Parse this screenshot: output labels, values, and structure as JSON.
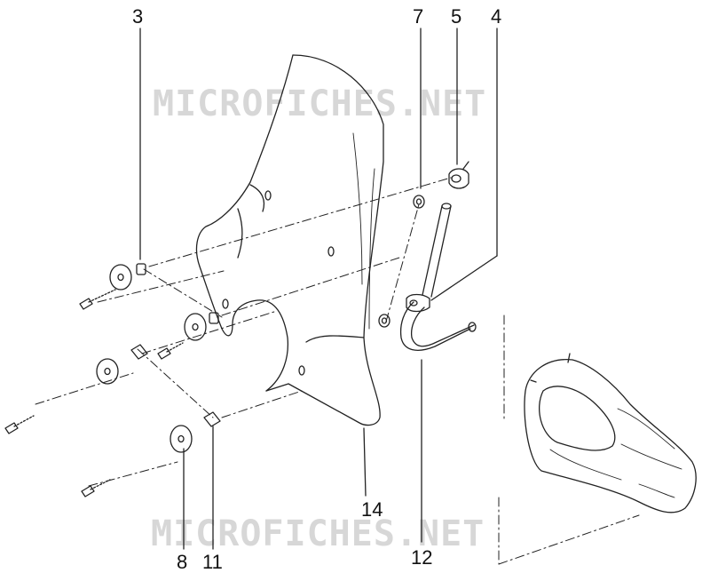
{
  "watermarks": [
    "MICROFICHES.NET",
    "MICROFICHES.NET"
  ],
  "callouts": {
    "c3": "3",
    "c7": "7",
    "c5": "5",
    "c4": "4",
    "c14": "14",
    "c12": "12",
    "c8": "8",
    "c11": "11"
  }
}
